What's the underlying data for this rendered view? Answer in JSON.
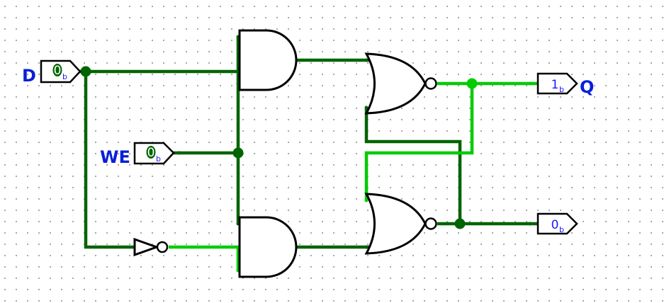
{
  "circuit": {
    "inputs": [
      {
        "label": "D",
        "value": "0",
        "base": "b"
      },
      {
        "label": "WE",
        "value": "0",
        "base": "b"
      }
    ],
    "outputs": [
      {
        "label": "Q",
        "value": "1",
        "base": "b"
      },
      {
        "label": "",
        "value": "0",
        "base": "b"
      }
    ]
  },
  "colors": {
    "wire_low": "#006400",
    "wire_high": "#00cc00",
    "label": "#0a1fd8",
    "pin_value_low": "#006400"
  },
  "components": [
    "input-pin",
    "input-pin",
    "and-gate",
    "and-gate",
    "not-gate",
    "nor-gate",
    "nor-gate",
    "output-pin",
    "output-pin"
  ]
}
